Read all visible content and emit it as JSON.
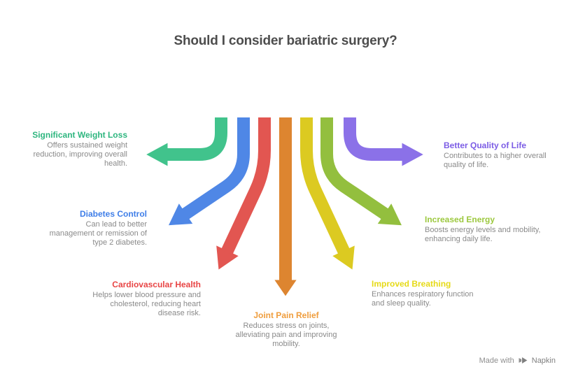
{
  "title": "Should I consider bariatric surgery?",
  "items": [
    {
      "id": "weight-loss",
      "heading": "Significant Weight Loss",
      "body": "Offers sustained weight reduction, improving overall health.",
      "color": "#2eb67f",
      "arrow_color": "#41c38c"
    },
    {
      "id": "diabetes-control",
      "heading": "Diabetes Control",
      "body": "Can lead to better management or remission of type 2 diabetes.",
      "color": "#3f7ee8",
      "arrow_color": "#4f87e6"
    },
    {
      "id": "cardiovascular-health",
      "heading": "Cardiovascular Health",
      "body": "Helps lower blood pressure and cholesterol, reducing heart disease risk.",
      "color": "#e84545",
      "arrow_color": "#e25651"
    },
    {
      "id": "joint-pain-relief",
      "heading": "Joint Pain Relief",
      "body": "Reduces stress on joints, alleviating pain and improving mobility.",
      "color": "#ef9d3d",
      "arrow_color": "#dd8530"
    },
    {
      "id": "improved-breathing",
      "heading": "Improved Breathing",
      "body": "Enhances respiratory function and sleep quality.",
      "color": "#e6da17",
      "arrow_color": "#dcca21"
    },
    {
      "id": "increased-energy",
      "heading": "Increased Energy",
      "body": "Boosts energy levels and mobility, enhancing daily life.",
      "color": "#9cc83e",
      "arrow_color": "#93bf3e"
    },
    {
      "id": "better-quality-of-life",
      "heading": "Better Quality of Life",
      "body": "Contributes to a higher overall quality of life.",
      "color": "#7b5ce5",
      "arrow_color": "#8b71e8"
    }
  ],
  "footer": {
    "made_with": "Made with",
    "brand": "Napkin"
  }
}
